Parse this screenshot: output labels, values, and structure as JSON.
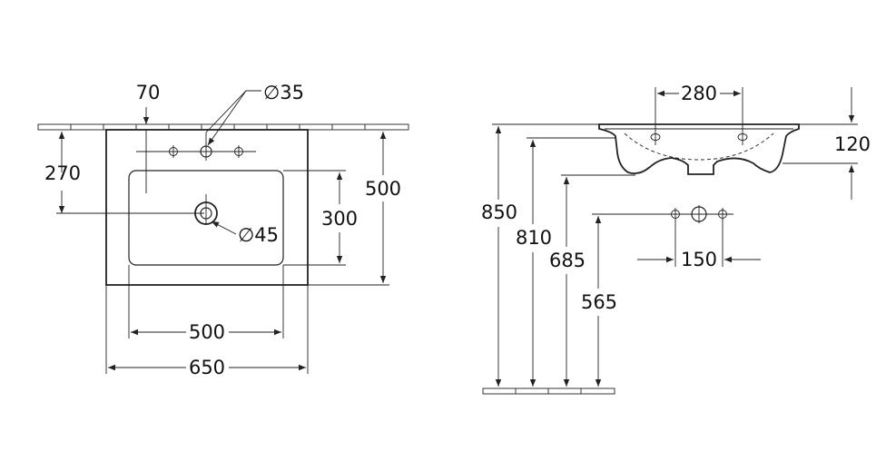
{
  "plan_view": {
    "dim_tap_offset": "70",
    "dim_tap_hole": "∅35",
    "dim_bowl_offset": "270",
    "dim_depth": "500",
    "dim_bowl_depth": "300",
    "dim_waste_hole": "∅45",
    "dim_bowl_width": "500",
    "dim_width": "650"
  },
  "side_view": {
    "dim_hole_spacing": "280",
    "dim_rim_height": "120",
    "dim_total_height": "850",
    "dim_rim_level": "810",
    "dim_bottom_level": "685",
    "dim_waste_level": "565",
    "dim_waste_spacing": "150"
  }
}
